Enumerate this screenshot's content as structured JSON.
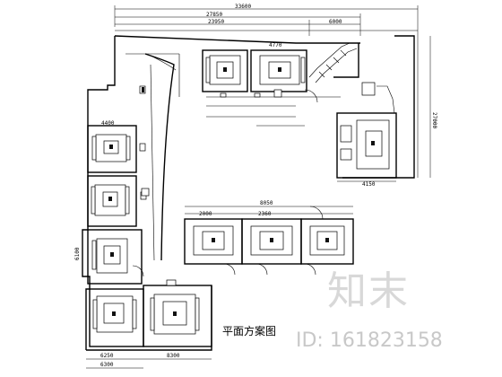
{
  "drawing": {
    "title": "平面方案图"
  },
  "dimensions": {
    "top_overall": "33600",
    "top_second": "27850",
    "top_left_seg": "23950",
    "top_right_seg": "6000",
    "top_room_a": "4770",
    "left_upper": "6100",
    "stair_room": "4400",
    "bottom_left_a": "6250",
    "bottom_left_b": "6300",
    "bottom_mid": "8300",
    "mid_room_a": "8050",
    "mid_room_b": "2360",
    "mid_room_c": "2000",
    "right_room": "4150",
    "right_tall": "27000"
  },
  "watermark": {
    "brand": "知末",
    "id_text": "ID: 161823158"
  }
}
